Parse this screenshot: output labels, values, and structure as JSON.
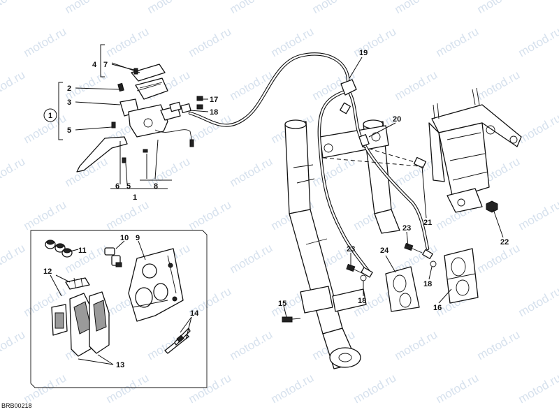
{
  "diagram": {
    "drawing_code": "BRB00218",
    "watermark_text": "motod.ru",
    "callouts": {
      "c1": "1",
      "c2": "2",
      "c3": "3",
      "c4": "4",
      "c5a": "5",
      "c5b": "5",
      "c6": "6",
      "c7": "7",
      "c8": "8",
      "c9": "9",
      "c10": "10",
      "c11": "11",
      "c12": "12",
      "c13": "13",
      "c14": "14",
      "c15": "15",
      "c16": "16",
      "c17": "17",
      "c18a": "18",
      "c18b": "18",
      "c18c": "18",
      "c19": "19",
      "c20": "20",
      "c21": "21",
      "c22": "22",
      "c23a": "23",
      "c23b": "23",
      "c24": "24"
    },
    "kit_marker": "1"
  }
}
